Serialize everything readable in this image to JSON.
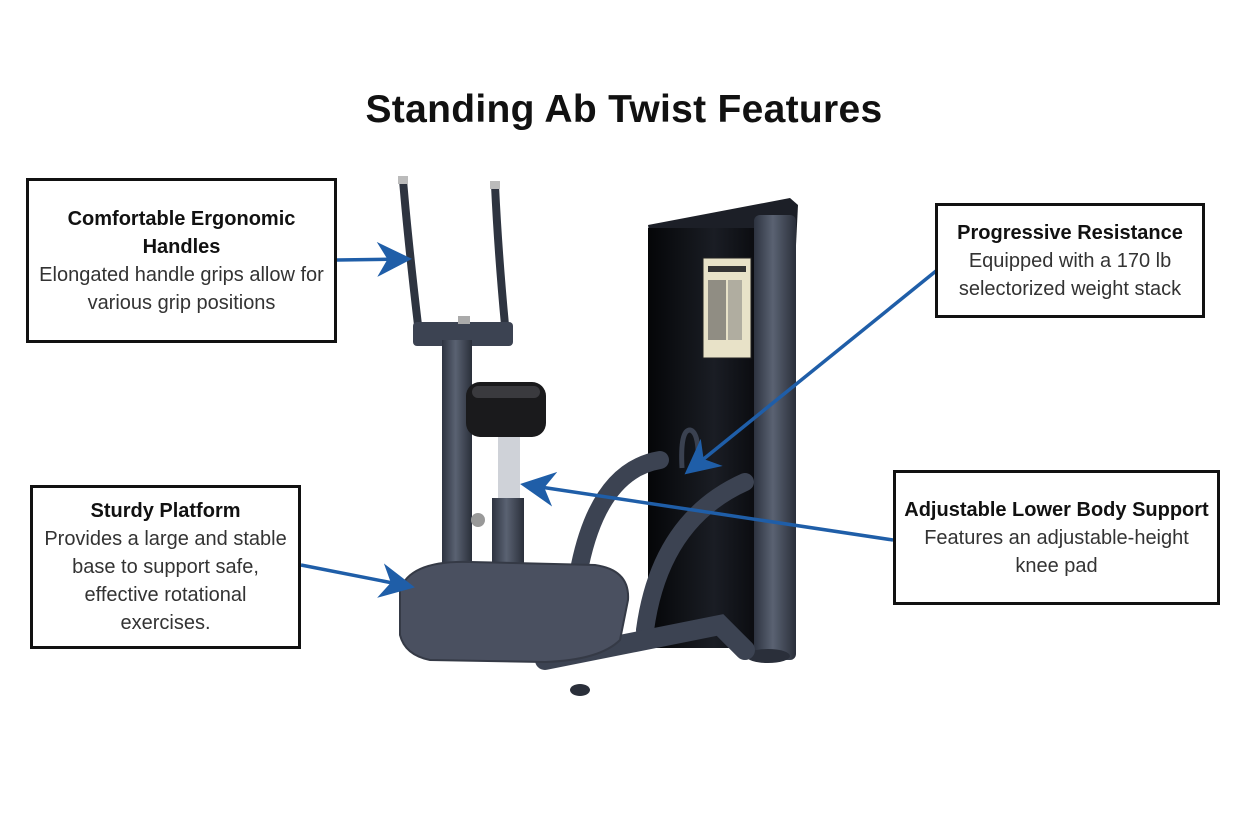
{
  "title": "Standing Ab Twist Features",
  "callouts": {
    "handles": {
      "heading": "Comfortable Ergonomic Handles",
      "body": "Elongated handle grips allow for various grip positions"
    },
    "resistance": {
      "heading": "Progressive Resistance",
      "body": "Equipped with a 170 lb selectorized weight stack"
    },
    "platform": {
      "heading": "Sturdy Platform",
      "body": "Provides a large and stable base to support safe, effective rotational exercises."
    },
    "lower_body": {
      "heading": "Adjustable Lower Body Support",
      "body": "Features an adjustable-height knee pad"
    }
  },
  "colors": {
    "arrow": "#1f5ea8",
    "frame": "#3a4150",
    "tower": "#0d0f14",
    "pad": "#1a1a1c",
    "platform": "#4a5060"
  }
}
